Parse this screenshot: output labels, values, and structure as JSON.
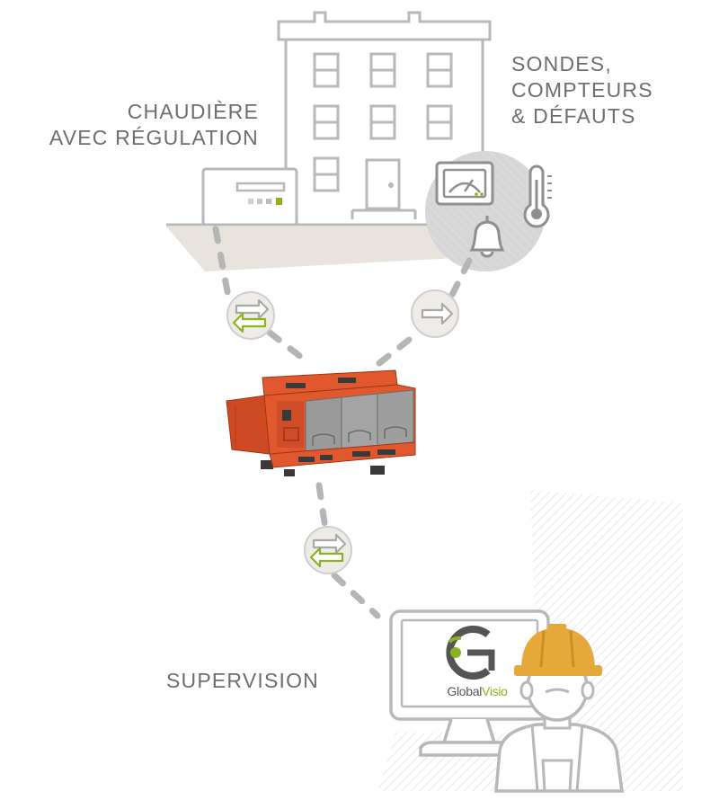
{
  "labels": {
    "boiler_line1": "CHAUDIÈRE",
    "boiler_line2": "AVEC RÉGULATION",
    "sensors_line1": "SONDES,",
    "sensors_line2": "COMPTEURS",
    "sensors_line3": "& DÉFAUTS",
    "supervision": "SUPERVISION"
  },
  "brand": {
    "name_part1": "Global",
    "name_part2": "Visio"
  },
  "colors": {
    "line_gray": "#b5b5b5",
    "dark_gray": "#555555",
    "accent_green": "#8ab31f",
    "controller_orange": "#e2582e",
    "helmet_yellow": "#e4a93a"
  },
  "icons": {
    "connector": "bidirectional-arrows-icon",
    "connector_one_way": "arrow-right-icon",
    "building": "building-icon",
    "boiler": "boiler-icon",
    "meter": "meter-icon",
    "thermometer": "thermometer-icon",
    "alarm": "bell-icon",
    "controller": "controller-icon",
    "monitor": "monitor-icon",
    "technician": "technician-icon",
    "logo": "globalvisio-logo-icon"
  }
}
